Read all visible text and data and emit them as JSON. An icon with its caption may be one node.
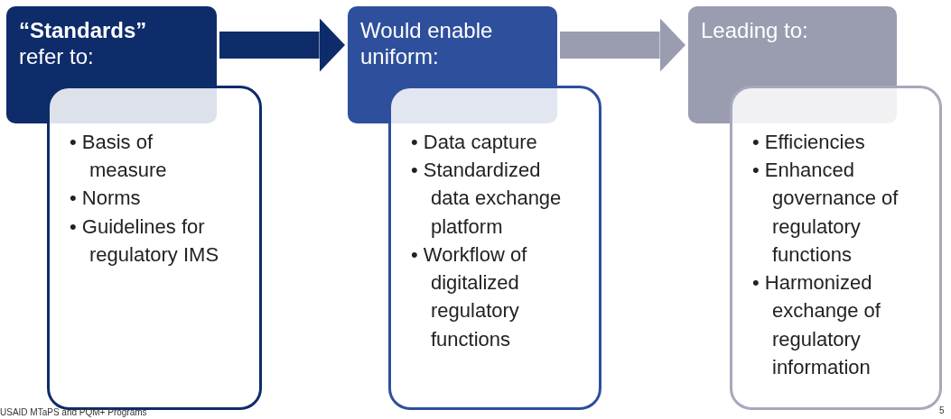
{
  "diagram": {
    "nodes": [
      {
        "text": [
          "**“Standards”** refer to:"
        ]
      },
      {
        "text": [
          "• Basis of measure",
          "• Norms",
          "• Guidelines for regulatory IMS"
        ]
      },
      {
        "text": [
          "Would enable uniform:"
        ]
      },
      {
        "text": [
          "• Data capture",
          "• Standardized data exchange platform",
          "• Workflow of digitalized regulatory functions"
        ]
      },
      {
        "text": [
          "Leading to:"
        ]
      },
      {
        "text": [
          "• Efficiencies",
          "• Enhanced governance of regulatory functions",
          "• Harmonized exchange of regulatory information"
        ]
      }
    ],
    "edges": [
      {
        "from": 0,
        "to": 2,
        "arrow": "to",
        "color": "#0e2c6a"
      },
      {
        "from": 2,
        "to": 4,
        "arrow": "to",
        "color": "#9a9cb0"
      }
    ],
    "labels": [
      "USAID MTaPS and PQM+ Programs",
      "5"
    ]
  }
}
